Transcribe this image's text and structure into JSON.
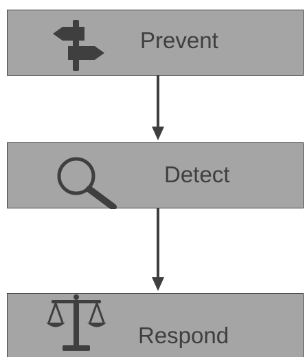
{
  "colors": {
    "box_fill": "#a5a5a5",
    "box_border": "#3f3f3f",
    "icon": "#3f3f3f",
    "text": "#3f3f3f",
    "arrow": "#3f3f3f"
  },
  "steps": [
    {
      "label": "Prevent",
      "icon": "signpost-icon"
    },
    {
      "label": "Detect",
      "icon": "magnifier-icon"
    },
    {
      "label": "Respond",
      "icon": "scales-icon"
    }
  ]
}
